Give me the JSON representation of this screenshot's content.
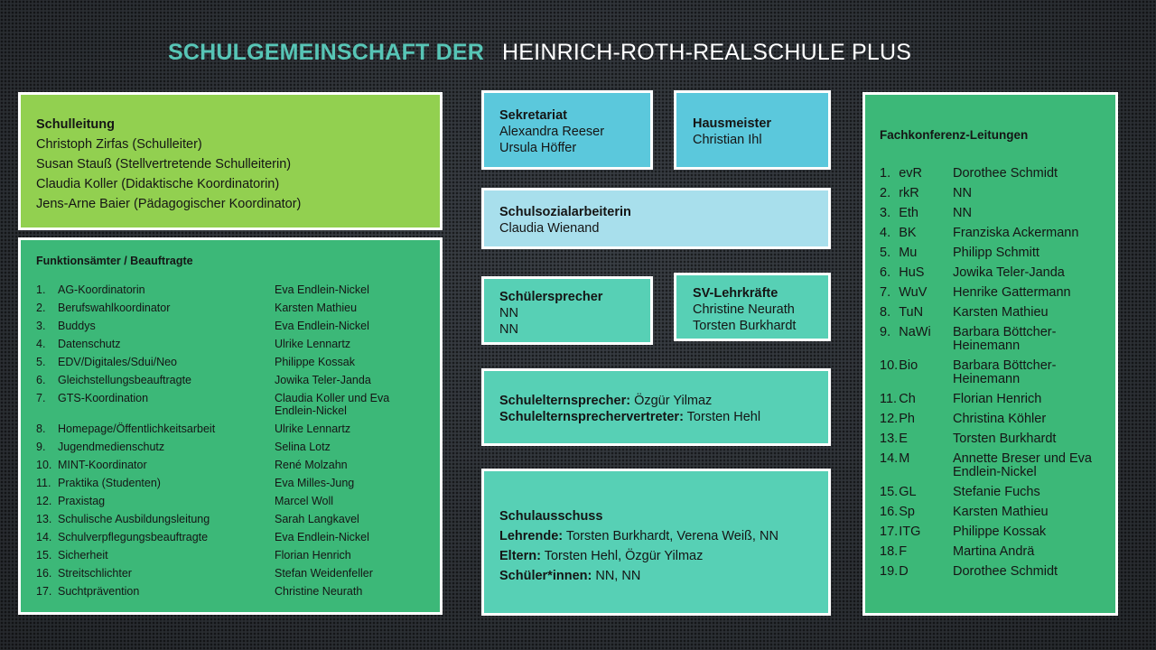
{
  "title": {
    "part1": "SCHULGEMEINSCHAFT DER",
    "part2": "HEINRICH-ROTH-REALSCHULE PLUS"
  },
  "colors": {
    "background": "#2c3035",
    "title_accent": "#57c5b6",
    "light_green": "#92d050",
    "green": "#3cb878",
    "teal": "#57d0b5",
    "cyan": "#5bc8dc",
    "light_cyan": "#a8dfec"
  },
  "schulleitung": {
    "heading": "Schulleitung",
    "members": [
      "Christoph Zirfas (Schulleiter)",
      "Susan Stauß (Stellvertretende Schulleiterin)",
      "Claudia Koller (Didaktische Koordinatorin)",
      "Jens-Arne Baier (Pädagogischer Koordinator)"
    ]
  },
  "funktion": {
    "heading": "Funktionsämter / Beauftragte",
    "rows": [
      {
        "num": "1.",
        "task": "AG-Koordinatorin",
        "name": "Eva Endlein-Nickel"
      },
      {
        "num": "2.",
        "task": "Berufswahlkoordinator",
        "name": "Karsten Mathieu"
      },
      {
        "num": "3.",
        "task": "Buddys",
        "name": "Eva Endlein-Nickel"
      },
      {
        "num": "4.",
        "task": "Datenschutz",
        "name": "Ulrike Lennartz"
      },
      {
        "num": "5.",
        "task": "EDV/Digitales/Sdui/Neo",
        "name": "Philippe Kossak"
      },
      {
        "num": "6.",
        "task": "Gleichstellungsbeauftragte",
        "name": "Jowika Teler-Janda"
      },
      {
        "num": "7.",
        "task": "GTS-Koordination",
        "name": "Claudia Koller und Eva Endlein-Nickel"
      },
      {
        "num": "8.",
        "task": "Homepage/Öffentlichkeitsarbeit",
        "name": "Ulrike Lennartz"
      },
      {
        "num": "9.",
        "task": "Jugendmedienschutz",
        "name": "Selina Lotz"
      },
      {
        "num": "10.",
        "task": "MINT-Koordinator",
        "name": "René Molzahn"
      },
      {
        "num": "11.",
        "task": "Praktika (Studenten)",
        "name": "Eva Milles-Jung"
      },
      {
        "num": "12.",
        "task": "Praxistag",
        "name": "Marcel Woll"
      },
      {
        "num": "13.",
        "task": "Schulische Ausbildungsleitung",
        "name": "Sarah Langkavel"
      },
      {
        "num": "14.",
        "task": "Schulverpflegungsbeauftragte",
        "name": "Eva Endlein-Nickel"
      },
      {
        "num": "15.",
        "task": "Sicherheit",
        "name": "Florian Henrich"
      },
      {
        "num": "16.",
        "task": "Streitschlichter",
        "name": "Stefan Weidenfeller"
      },
      {
        "num": "17.",
        "task": "Suchtprävention",
        "name": "Christine Neurath"
      }
    ]
  },
  "sekretariat": {
    "heading": "Sekretariat",
    "members": [
      "Alexandra Reeser",
      "Ursula Höffer"
    ]
  },
  "hausmeister": {
    "heading": "Hausmeister",
    "members": [
      "Christian Ihl"
    ]
  },
  "sozial": {
    "heading": "Schulsozialarbeiterin",
    "members": [
      "Claudia Wienand"
    ]
  },
  "schuelersprecher": {
    "heading": "Schülersprecher",
    "members": [
      "NN",
      "NN"
    ]
  },
  "sv": {
    "heading": "SV-Lehrkräfte",
    "members": [
      "Christine Neurath",
      "Torsten Burkhardt"
    ]
  },
  "eltern": {
    "line1_label": "Schulelternsprecher:",
    "line1_value": " Özgür Yilmaz",
    "line2_label": "Schulelternsprechervertreter:",
    "line2_value": " Torsten Hehl"
  },
  "ausschuss": {
    "heading": "Schulausschuss",
    "lehrende_label": "Lehrende:",
    "lehrende_value": " Torsten Burkhardt, Verena Weiß, NN",
    "eltern_label": "Eltern:",
    "eltern_value": " Torsten Hehl, Özgür Yilmaz",
    "schueler_label": "Schüler*innen:",
    "schueler_value": " NN, NN"
  },
  "fach": {
    "heading": "Fachkonferenz-Leitungen",
    "rows": [
      {
        "num": "1.",
        "code": "evR",
        "name": "Dorothee Schmidt"
      },
      {
        "num": "2.",
        "code": "rkR",
        "name": "NN"
      },
      {
        "num": "3.",
        "code": "Eth",
        "name": "NN"
      },
      {
        "num": "4.",
        "code": "BK",
        "name": "Franziska Ackermann"
      },
      {
        "num": "5.",
        "code": "Mu",
        "name": "Philipp Schmitt"
      },
      {
        "num": "6.",
        "code": "HuS",
        "name": "Jowika Teler-Janda"
      },
      {
        "num": "7.",
        "code": "WuV",
        "name": "Henrike Gattermann"
      },
      {
        "num": "8.",
        "code": "TuN",
        "name": "Karsten Mathieu"
      },
      {
        "num": "9.",
        "code": "NaWi",
        "name": "Barbara Böttcher-Heinemann"
      },
      {
        "num": "10.",
        "code": "Bio",
        "name": "Barbara Böttcher-Heinemann"
      },
      {
        "num": "11.",
        "code": "Ch",
        "name": "Florian Henrich"
      },
      {
        "num": "12.",
        "code": "Ph",
        "name": "Christina Köhler"
      },
      {
        "num": "13.",
        "code": "E",
        "name": "Torsten Burkhardt"
      },
      {
        "num": "14.",
        "code": "M",
        "name": "Annette Breser und Eva Endlein-Nickel"
      },
      {
        "num": "15.",
        "code": "GL",
        "name": "Stefanie Fuchs"
      },
      {
        "num": "16.",
        "code": "Sp",
        "name": "Karsten Mathieu"
      },
      {
        "num": "17.",
        "code": "ITG",
        "name": "Philippe Kossak"
      },
      {
        "num": "18.",
        "code": "F",
        "name": "Martina Andrä"
      },
      {
        "num": "19.",
        "code": "D",
        "name": "Dorothee Schmidt"
      }
    ]
  }
}
